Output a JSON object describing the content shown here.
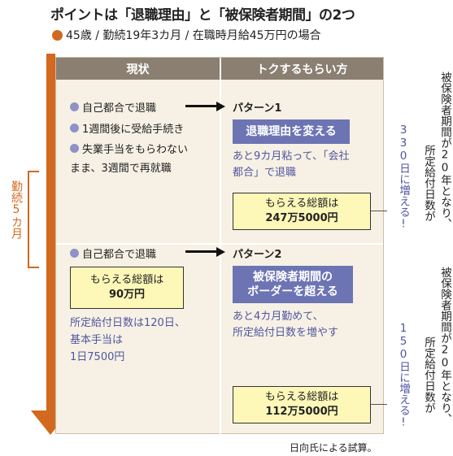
{
  "title": "ポイントは「退職理由」と「被保険者期間」の2つ",
  "subtitle": "45歳 / 勤続19年3カ月 / 在職時月給45万円の場合",
  "headers": {
    "current": "現状",
    "better": "トクするもらい方"
  },
  "tenure_label": "勤続5カ月",
  "current_top": {
    "b1": "自己都合で退職",
    "b2": "1週間後に受給手続き",
    "b3": "失業手当をもらわない",
    "b3_cont": "まま、3週間で再就職"
  },
  "current_bottom": {
    "b1": "自己都合で退職",
    "box_label": "もらえる総額は",
    "box_amount": "90万円",
    "note_line1": "所定給付日数は120日、",
    "note_line2": "基本手当は",
    "note_line3": "1日7500円"
  },
  "pattern1": {
    "name": "パターン1",
    "action": "退職理由を変える",
    "desc_line1": "あと9カ月粘って、「会社",
    "desc_line2": "都合」で退職",
    "box_label": "もらえる総額は",
    "box_amount": "247万5000円"
  },
  "pattern2": {
    "name": "パターン2",
    "action_line1": "被保険者期間の",
    "action_line2": "ボーダーを超える",
    "desc_line1": "あと4カ月勤めて、",
    "desc_line2": "所定給付日数を増やす",
    "box_label": "もらえる総額は",
    "box_amount": "112万5000円"
  },
  "side_note1": {
    "col1": "被保険者期間が20年となり、",
    "col2": "所定給付日数が",
    "col3": "330日に増える!"
  },
  "side_note2": {
    "col1": "被保険者期間が20年となり、",
    "col2": "所定給付日数が",
    "col3": "150日に増える!"
  },
  "footer": "日向氏による試算。",
  "colors": {
    "orange": "#d2691e",
    "purple": "#6d74b4",
    "yellow": "#fdf7b8",
    "header": "#8a7f71",
    "panel": "#f6f1e4"
  }
}
